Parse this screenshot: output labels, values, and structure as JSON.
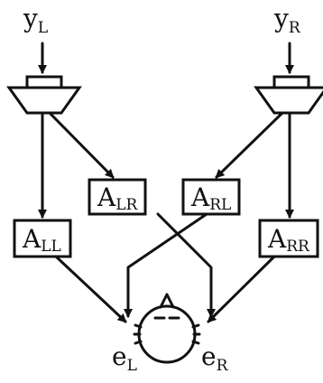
{
  "signals": {
    "y_left": {
      "main": "y",
      "sub": "L"
    },
    "y_right": {
      "main": "y",
      "sub": "R"
    },
    "e_left": {
      "main": "e",
      "sub": "L"
    },
    "e_right": {
      "main": "e",
      "sub": "R"
    }
  },
  "transfer_paths": {
    "a_ll": {
      "main": "A",
      "sub": "LL"
    },
    "a_lr": {
      "main": "A",
      "sub": "LR"
    },
    "a_rl": {
      "main": "A",
      "sub": "RL"
    },
    "a_rr": {
      "main": "A",
      "sub": "RR"
    }
  }
}
